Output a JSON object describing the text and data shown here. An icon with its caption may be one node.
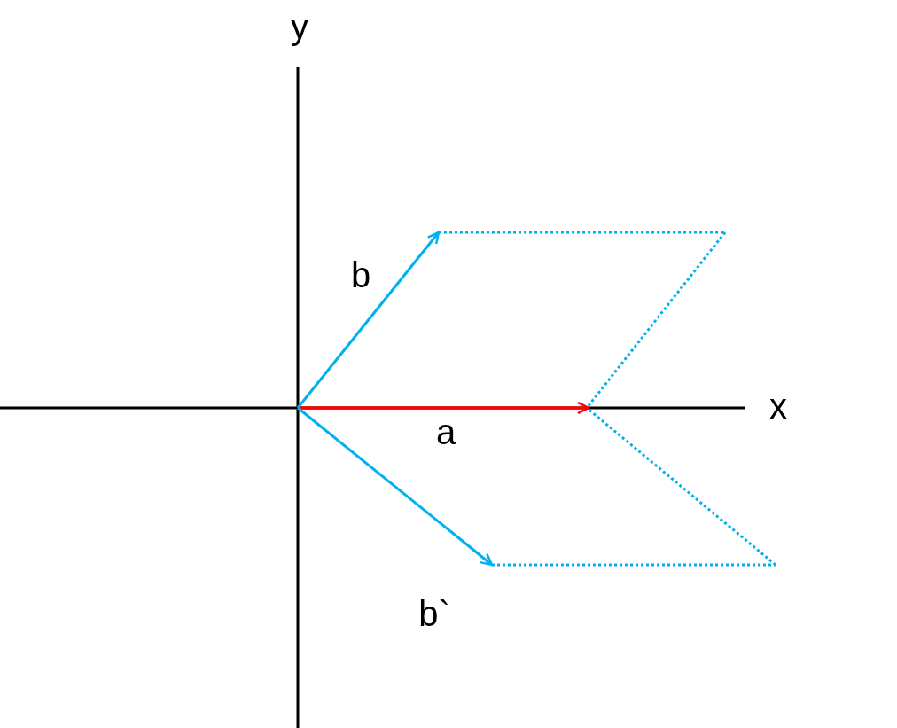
{
  "diagram": {
    "labels": [
      "y",
      "b",
      "x",
      "a",
      "b`"
    ]
  }
}
